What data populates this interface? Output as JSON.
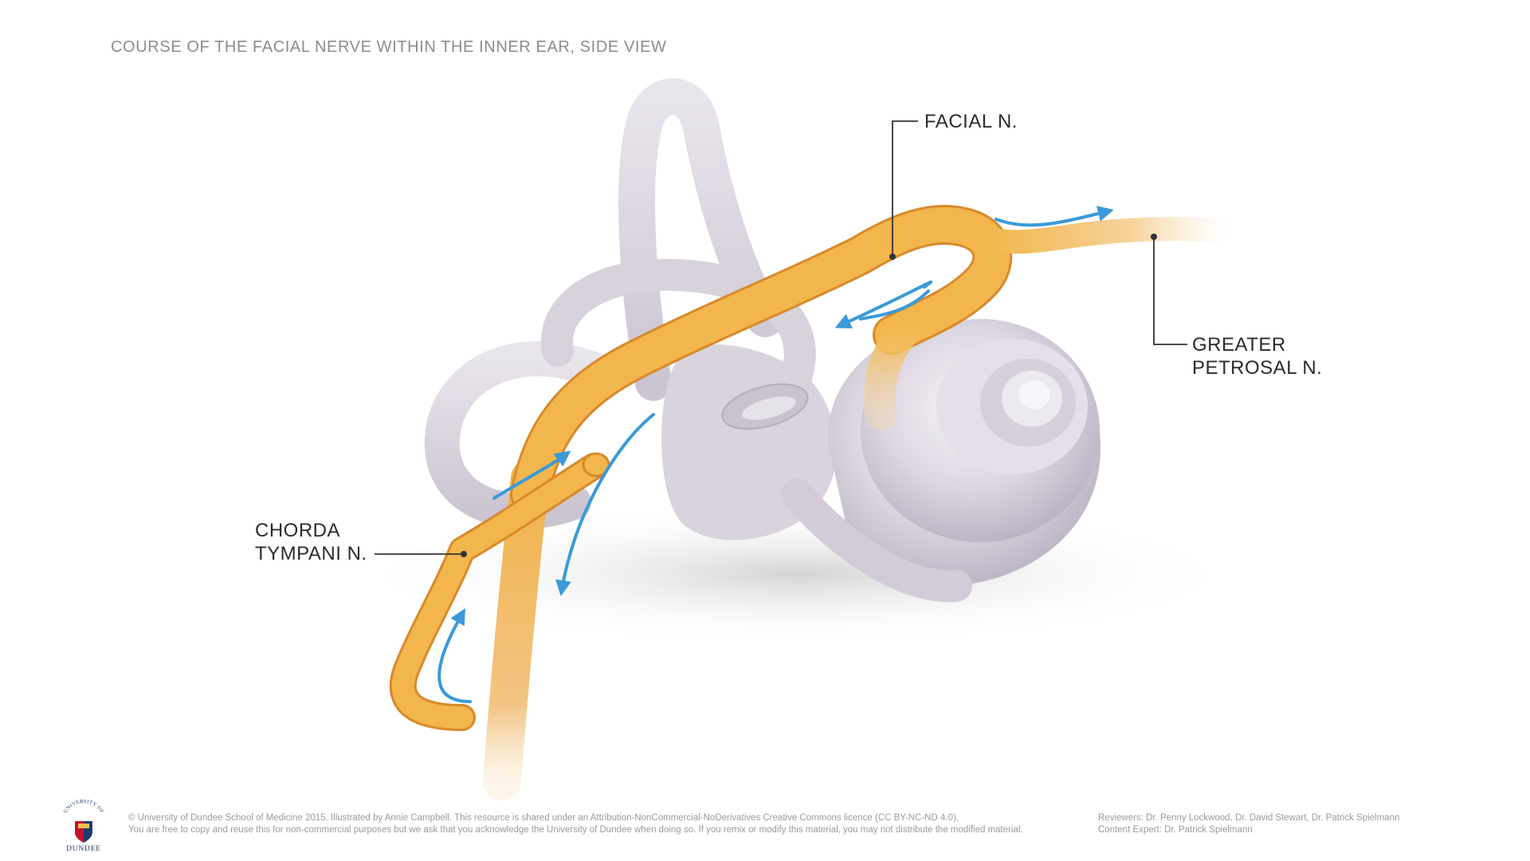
{
  "title": "COURSE OF THE FACIAL NERVE WITHIN THE INNER EAR, SIDE VIEW",
  "labels": {
    "facial": "FACIAL N.",
    "greater_petrosal": [
      "GREATER",
      "PETROSAL N."
    ],
    "chorda_tympani": [
      "CHORDA",
      "TYMPANI N."
    ]
  },
  "footer": {
    "license": [
      "© University of Dundee School of Medicine 2015. Illustrated by Annie Campbell. This resource is shared under an Attribution-NonCommercial-NoDerivatives Creative Commons licence (CC BY-NC-ND 4.0),",
      "You are free to copy and reuse this for non-commercial purposes but we ask that you acknowledge the University of Dundee when doing so. If you remix or modify this material, you may not distribute the modified material."
    ],
    "credits": [
      "Reviewers: Dr. Penny Lockwood, Dr. David Stewart, Dr. Patrick Spielmann",
      "Content Expert: Dr. Patrick Spielmann"
    ]
  },
  "logo": {
    "arc_text": "UNIVERSITY OF",
    "name": "DUNDEE"
  },
  "colors": {
    "nerve": "#f2b64c",
    "nerve_outline": "#d9892a",
    "labyrinth": "#dcd7e0",
    "arrow": "#3a9ad9",
    "leader": "#333333"
  },
  "icons": {
    "logo": "university-crest-icon",
    "arrows": "direction-arrow-icon"
  }
}
